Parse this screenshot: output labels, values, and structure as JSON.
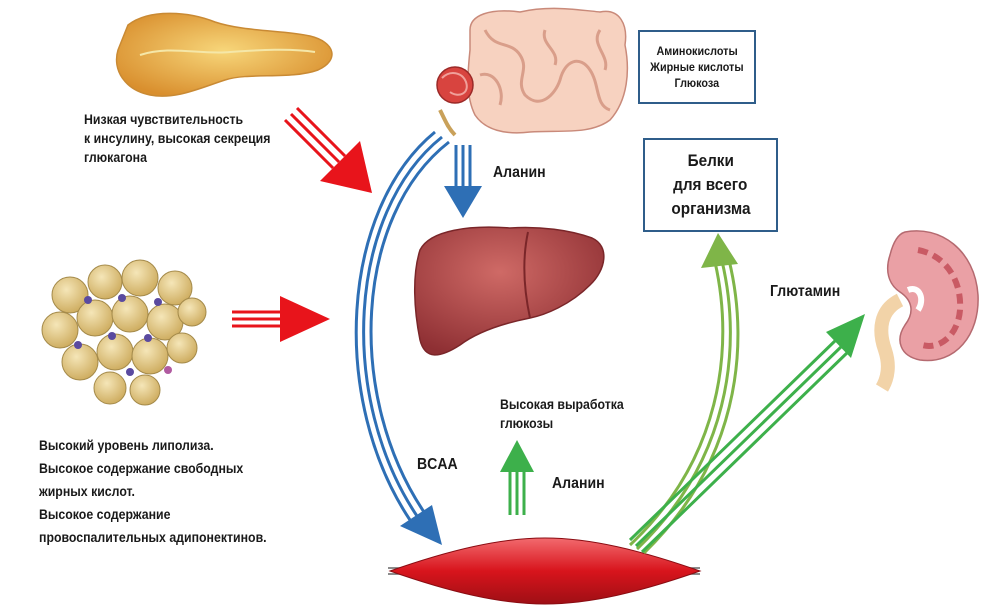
{
  "pancreas_text": [
    "Низкая чувствительность",
    "к инсулину, высокая секреция",
    "глюкагона"
  ],
  "adipose_text": [
    "Высокий уровень липолиза.",
    "Высокое содержание свободных",
    "жирных кислот.",
    "Высокое содержание",
    "провоспалительных адипонектинов."
  ],
  "intestine_box": [
    "Аминокислоты",
    "Жирные кислоты",
    "Глюкоза"
  ],
  "protein_box": [
    "Белки",
    "для всего",
    "организма"
  ],
  "alanine_top": "Аланин",
  "alanine_bottom": "Аланин",
  "bcaa": "BCAA",
  "glutamine": "Глютамин",
  "glucose_text": [
    "Высокая выработка",
    "глюкозы"
  ],
  "colors": {
    "red_arrow": "#e8141b",
    "blue_arrow": "#2e6fb5",
    "green_arrow": "#3db04b",
    "olive_green": "#7fb548",
    "box_border": "#2f5d8a",
    "liver": "#b84a4a",
    "muscle": "#e0232b",
    "fat": "#e3c88a",
    "kidney": "#e59aa0",
    "pancreas": "#e6a648",
    "intestine": "#f2c9b0"
  },
  "icons": [
    "pancreas-icon",
    "intestine-icon",
    "liver-icon",
    "adipose-tissue-icon",
    "kidney-icon",
    "muscle-icon"
  ]
}
